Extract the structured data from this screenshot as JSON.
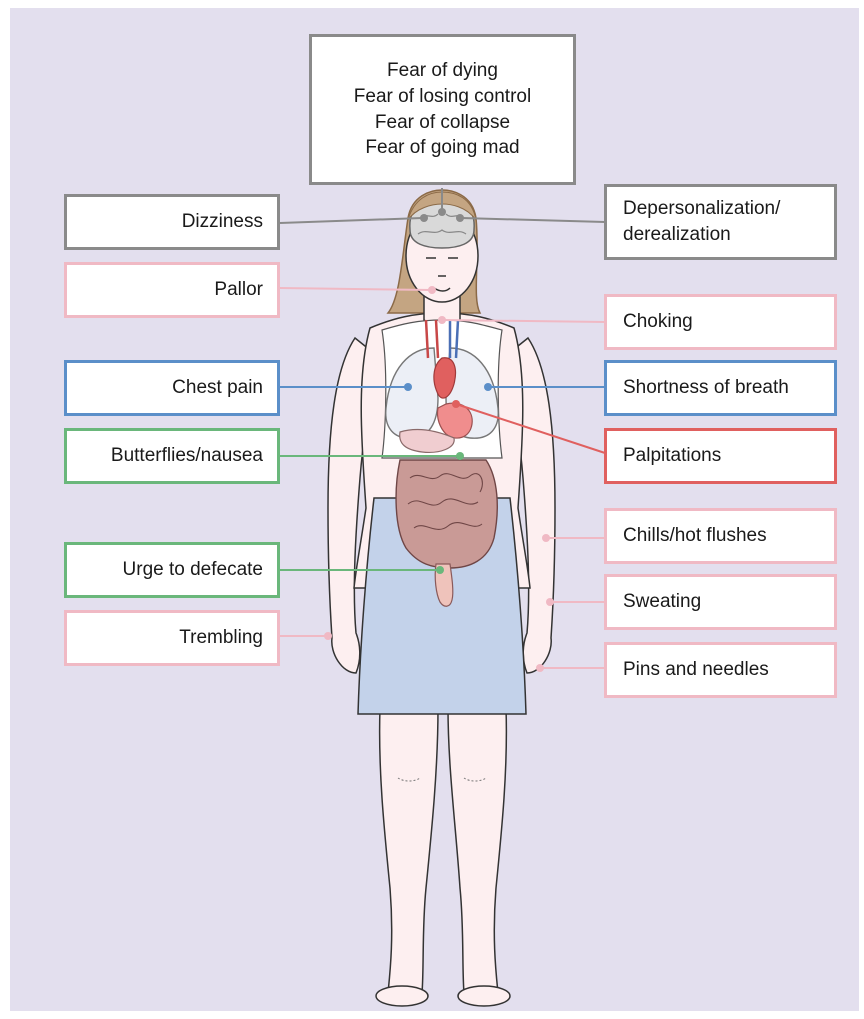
{
  "colors": {
    "panel_background": "#e3dfee",
    "grey_category": "#8a8a8a",
    "pink_category": "#f0b9c4",
    "blue_category": "#5b8fc9",
    "green_category": "#6ab77b",
    "red_category": "#e0605f",
    "skin": "#fdeff0",
    "skirt": "#c3d2ea"
  },
  "fears": [
    "Fear of dying",
    "Fear of losing control",
    "Fear of collapse",
    "Fear of going mad"
  ],
  "labels": {
    "dizziness": "Dizziness",
    "depersonalization_line1": "Depersonalization/",
    "depersonalization_line2": "derealization",
    "pallor": "Pallor",
    "choking": "Choking",
    "chest_pain": "Chest pain",
    "shortness_of_breath": "Shortness of breath",
    "butterflies": "Butterflies/nausea",
    "palpitations": "Palpitations",
    "chills": "Chills/hot flushes",
    "urge_to_defecate": "Urge to defecate",
    "sweating": "Sweating",
    "trembling": "Trembling",
    "pins_and_needles": "Pins and needles"
  }
}
